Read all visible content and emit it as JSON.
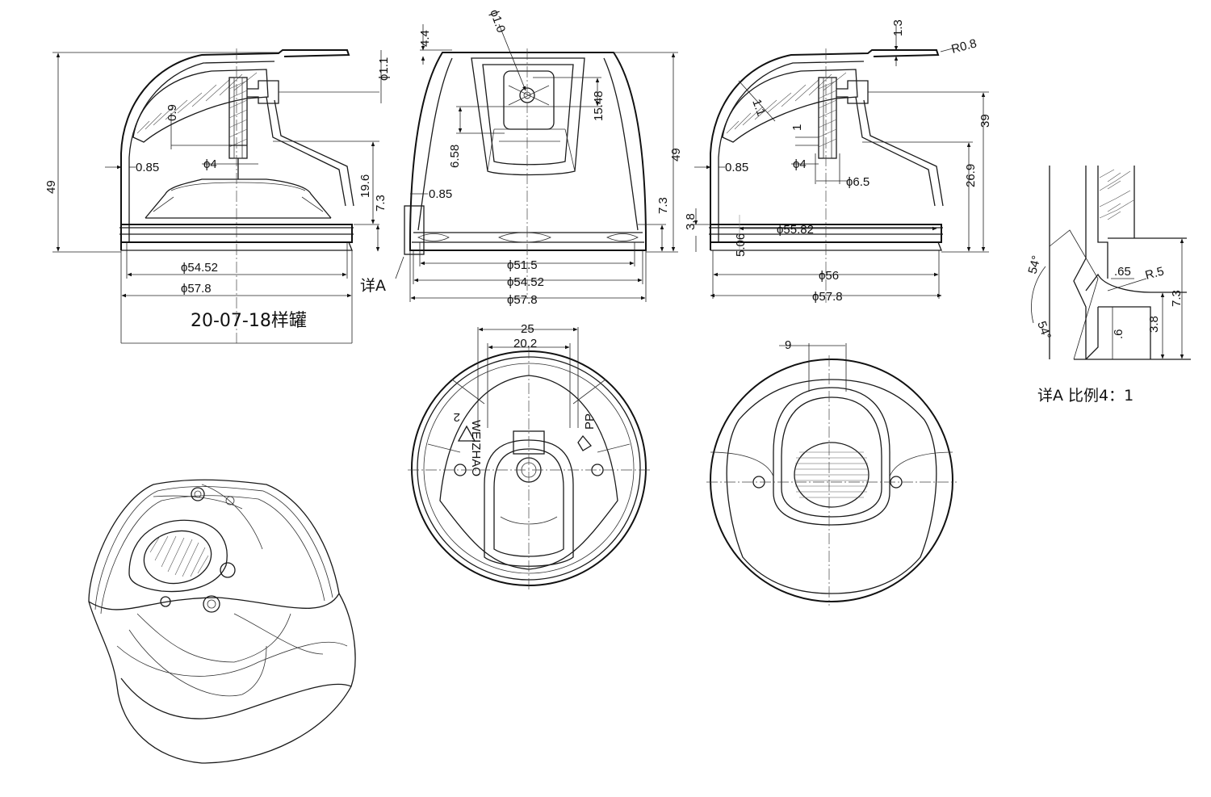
{
  "drawing": {
    "sample_label": "20-07-18样罐",
    "detail_ref": "详A",
    "detail_title": "详A 比例4：1"
  },
  "view_left": {
    "dims": {
      "d_1_1": "ϕ1.1",
      "d_0_9": "0.9",
      "d_0_85": "0.85",
      "d_4": "ϕ4",
      "d_49": "49",
      "d_19_6": "19.6",
      "d_7_3": "7.3",
      "d_54_52": "ϕ54.52",
      "d_57_8": "ϕ57.8"
    }
  },
  "view_front": {
    "dims": {
      "d_1_0": "ϕ1.0",
      "d_4_4": "4.4",
      "d_15_48": "15.48",
      "d_6_58": "6.58",
      "d_0_85": "0.85",
      "d_49": "49",
      "d_7_3": "7.3",
      "d_51_5": "ϕ51.5",
      "d_54_52": "ϕ54.52",
      "d_57_8": "ϕ57.8"
    }
  },
  "view_right": {
    "dims": {
      "d_1_3": "1.3",
      "d_r08": "R0.8",
      "d_1_1": "1.1",
      "d_1": "1",
      "d_39": "39",
      "d_0_85": "0.85",
      "d_4": "ϕ4",
      "d_6_5": "ϕ6.5",
      "d_26_9": "26.9",
      "d_3_8": "3.8",
      "d_55_82": "ϕ55.82",
      "d_56_06": "5.06",
      "d_56": "ϕ56",
      "d_57_8": "ϕ57.8"
    }
  },
  "view_detail": {
    "dims": {
      "a1": "54°",
      "a2": "54°",
      "d_065": ".65",
      "d_r5": "R.5",
      "d_7_3": "7.3",
      "d_3_8": "3.8",
      "d_06": ".6"
    }
  },
  "view_top": {
    "dims": {
      "d_25": "25",
      "d_20_2": "20.2"
    },
    "marks": {
      "brand": "WEIZHAO",
      "num": "2",
      "pp": "PP"
    }
  },
  "view_bottom": {
    "dims": {
      "d_9": "9"
    }
  }
}
